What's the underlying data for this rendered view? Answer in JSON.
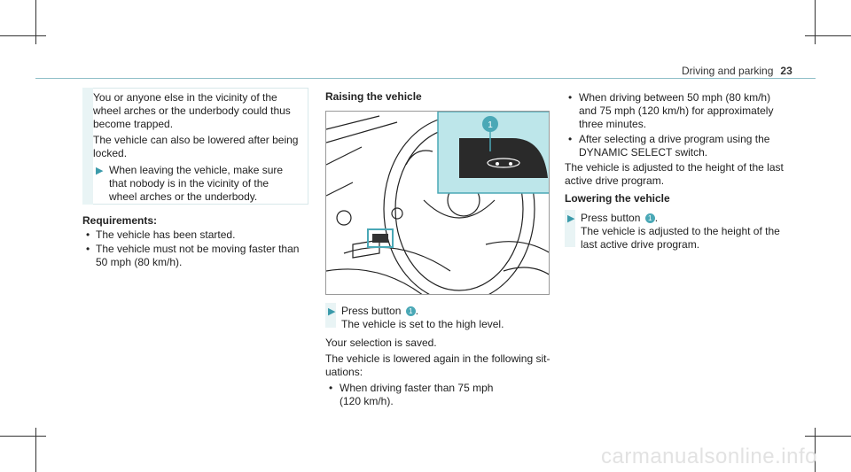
{
  "header": {
    "section": "Driving and parking",
    "page_number": "23"
  },
  "warning": {
    "p1": [
      "You or anyone else in the vicinity of the",
      "wheel arches or the underbody could thus",
      "become trapped."
    ],
    "p2": [
      "The vehicle can also be lowered after being",
      "locked."
    ],
    "action": [
      "When leaving the vehicle, make sure",
      "that nobody is in the vicinity of the",
      "wheel arches or the underbody."
    ]
  },
  "requirements": {
    "title": "Requirements:",
    "items": [
      "The vehicle has been started.",
      "The vehicle must not be moving faster than",
      "50 mph (80 km/h)."
    ]
  },
  "raising": {
    "title": "Raising the vehicle",
    "figure_callout": "1",
    "step": "Press button",
    "step_num": "1",
    "result": "The vehicle is set to the high level.",
    "saved": "Your selection is saved.",
    "lowered": [
      "The vehicle is lowered again in the following sit-",
      "uations:"
    ],
    "cond1": [
      "When driving faster than 75 mph",
      "(120 km/h)."
    ]
  },
  "col3": {
    "cond2": [
      "When driving between 50 mph (80 km/h)",
      "and 75 mph (120 km/h) for approximately",
      "three minutes."
    ],
    "cond3": [
      "After selecting a drive program using the",
      "DYNAMIC SELECT switch."
    ],
    "adjusted": [
      "The vehicle is adjusted to the height of the last",
      "active drive program."
    ]
  },
  "lowering": {
    "title": "Lowering the vehicle",
    "step": "Press button",
    "step_num": "1",
    "result": [
      "The vehicle is adjusted to the height of the",
      "last active drive program."
    ]
  },
  "watermark": "carmanualsonline.info",
  "colors": {
    "accent": "#4aa8b6",
    "callout_bg": "#bde6ea"
  }
}
